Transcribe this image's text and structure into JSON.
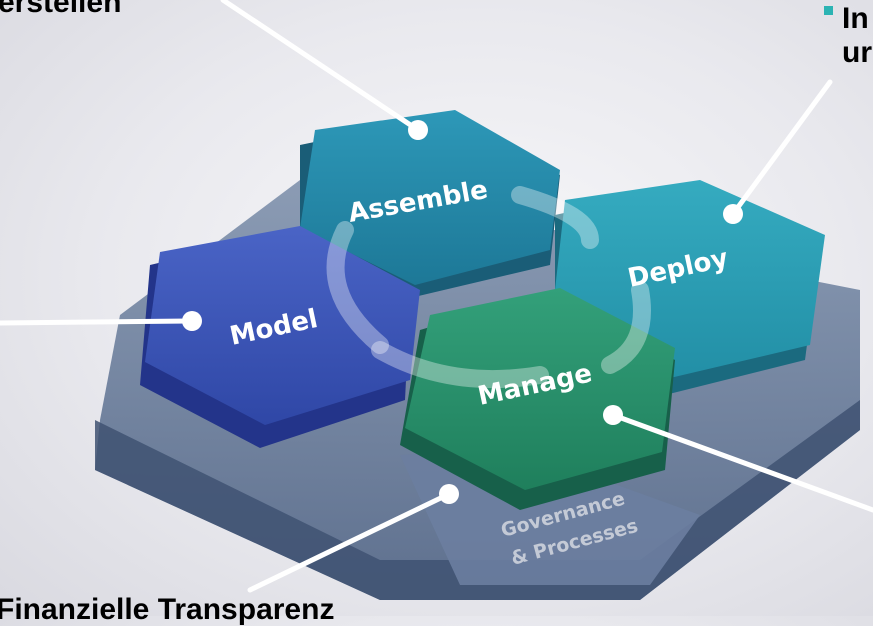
{
  "captions": {
    "top_left": "erstellen",
    "top_right_line1": "In",
    "top_right_line2": "ur",
    "bottom": "Finanzielle Transparenz"
  },
  "hexagons": {
    "assemble": "Assemble",
    "deploy": "Deploy",
    "model": "Model",
    "manage": "Manage",
    "governance_line1": "Governance",
    "governance_line2": "& Processes"
  },
  "colors": {
    "assemble": "#2488a7",
    "deploy": "#2a9fb4",
    "model": "#3a52b4",
    "manage": "#27906c",
    "base": "#5a6f8f",
    "bullet": "#2bb3b3"
  }
}
